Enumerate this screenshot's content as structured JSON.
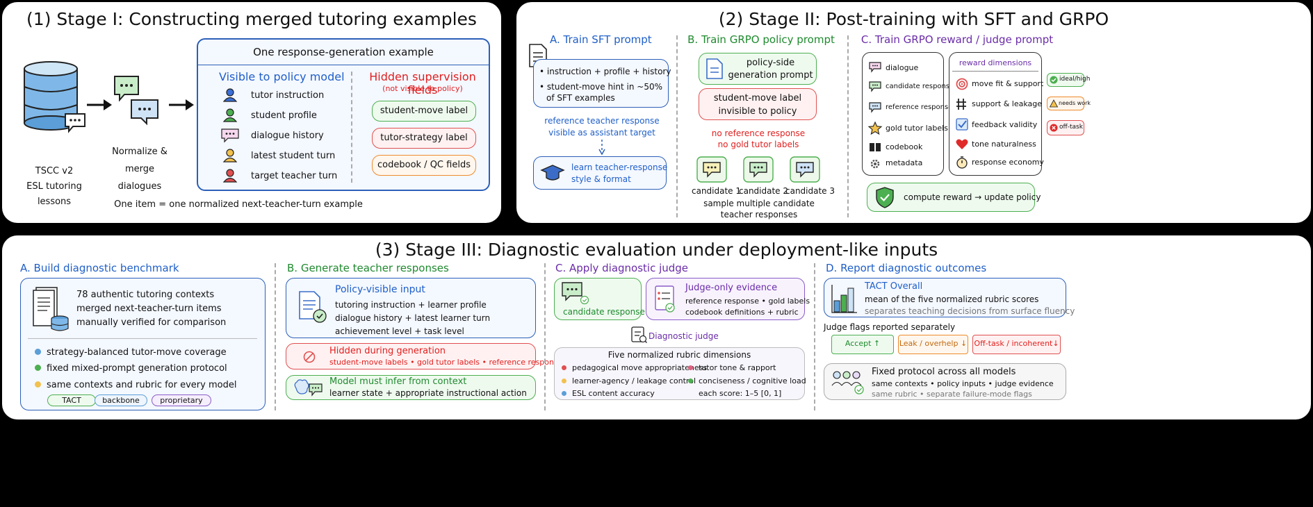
{
  "stage1": {
    "title": "(1) Stage I: Constructing merged tutoring examples",
    "db_label": [
      "TSCC v2",
      "ESL tutoring",
      "lessons"
    ],
    "normalize_label": [
      "Normalize &",
      "merge",
      "dialogues"
    ],
    "example_title": "One response-generation example",
    "visible_title": "Visible to policy model",
    "visible_items": [
      "tutor instruction",
      "student profile",
      "dialogue history",
      "latest student turn",
      "target teacher turn"
    ],
    "hidden_title": "Hidden supervision fields",
    "hidden_sub": "(not visible to policy)",
    "hidden_items": [
      "student-move label",
      "tutor-strategy label",
      "codebook / QC fields"
    ],
    "footer": "One item = one normalized next-teacher-turn example",
    "colors": {
      "accent_blue": "#1f5fc8",
      "accent_red": "#e02020"
    }
  },
  "stage2": {
    "title": "(2) Stage II: Post-training with SFT and GRPO",
    "a_title": "A. Train SFT prompt",
    "a_bullets": [
      "instruction + profile + history",
      "student-move hint in ~50%",
      "of SFT examples"
    ],
    "a_ref": [
      "reference teacher response",
      "visible as assistant target"
    ],
    "a_learn": [
      "learn teacher-response",
      "style & format"
    ],
    "b_title": "B. Train GRPO policy prompt",
    "b_prompt": [
      "policy-side",
      "generation prompt"
    ],
    "b_label": [
      "student-move label",
      "invisible to policy"
    ],
    "b_no": [
      "no reference response",
      "no gold tutor labels"
    ],
    "b_candidates": [
      "candidate 1",
      "candidate 2",
      "candidate 3"
    ],
    "b_sample": [
      "sample multiple candidate",
      "teacher responses"
    ],
    "c_title": "C. Train GRPO reward / judge prompt",
    "c_inputs": [
      "dialogue",
      "candidate response",
      "reference response",
      "gold tutor labels",
      "codebook",
      "metadata"
    ],
    "c_dims_title": "reward dimensions",
    "c_dims": [
      "move fit & support",
      "support & leakage",
      "feedback validity",
      "tone naturalness",
      "response economy"
    ],
    "c_flags": [
      "ideal/high",
      "needs work",
      "off-task"
    ],
    "c_reward": "compute reward → update policy"
  },
  "stage3": {
    "title": "(3) Stage III: Diagnostic evaluation under deployment-like inputs",
    "a_title": "A. Build diagnostic benchmark",
    "a_desc": [
      "78 authentic tutoring contexts",
      "merged next-teacher-turn items",
      "manually verified for comparison"
    ],
    "a_bullets": [
      "strategy-balanced tutor-move coverage",
      "fixed mixed-prompt generation protocol",
      "same contexts and rubric for every model"
    ],
    "a_tags": [
      "TACT",
      "backbone",
      "proprietary"
    ],
    "b_title": "B. Generate teacher responses",
    "b_input_title": "Policy-visible input",
    "b_input_lines": [
      "tutoring instruction + learner profile",
      "dialogue history + latest learner turn",
      "achievement level + task level"
    ],
    "b_hidden_title": "Hidden during generation",
    "b_hidden_line": "student-move labels • gold tutor labels • reference response",
    "b_infer_title": "Model must infer from context",
    "b_infer_line": "learner state + appropriate instructional action",
    "c_title": "C. Apply diagnostic judge",
    "c_candidate": "candidate response",
    "c_evidence_title": "Judge-only evidence",
    "c_evidence_lines": [
      "reference response • gold labels",
      "codebook definitions + rubric"
    ],
    "c_judge": "Diagnostic judge",
    "c_dims_title": "Five normalized rubric dimensions",
    "c_dims_left": [
      "pedagogical move appropriateness",
      "learner-agency / leakage control",
      "ESL content accuracy"
    ],
    "c_dims_right": [
      "tutor tone & rapport",
      "conciseness / cognitive load",
      "each score: 1–5 [0, 1]"
    ],
    "d_title": "D. Report diagnostic outcomes",
    "d_tact_title": "TACT Overall",
    "d_tact_line1": "mean of the five normalized rubric scores",
    "d_tact_line2": "separates teaching decisions from surface fluency",
    "d_flags_title": "Judge flags reported separately",
    "d_flags": [
      "Accept ↑",
      "Leak / overhelp ↓",
      "Off-task / incoherent↓"
    ],
    "d_fixed_title": "Fixed protocol across all models",
    "d_fixed_line1": "same contexts • policy inputs • judge evidence",
    "d_fixed_line2": "same rubric • separate failure-mode flags"
  }
}
